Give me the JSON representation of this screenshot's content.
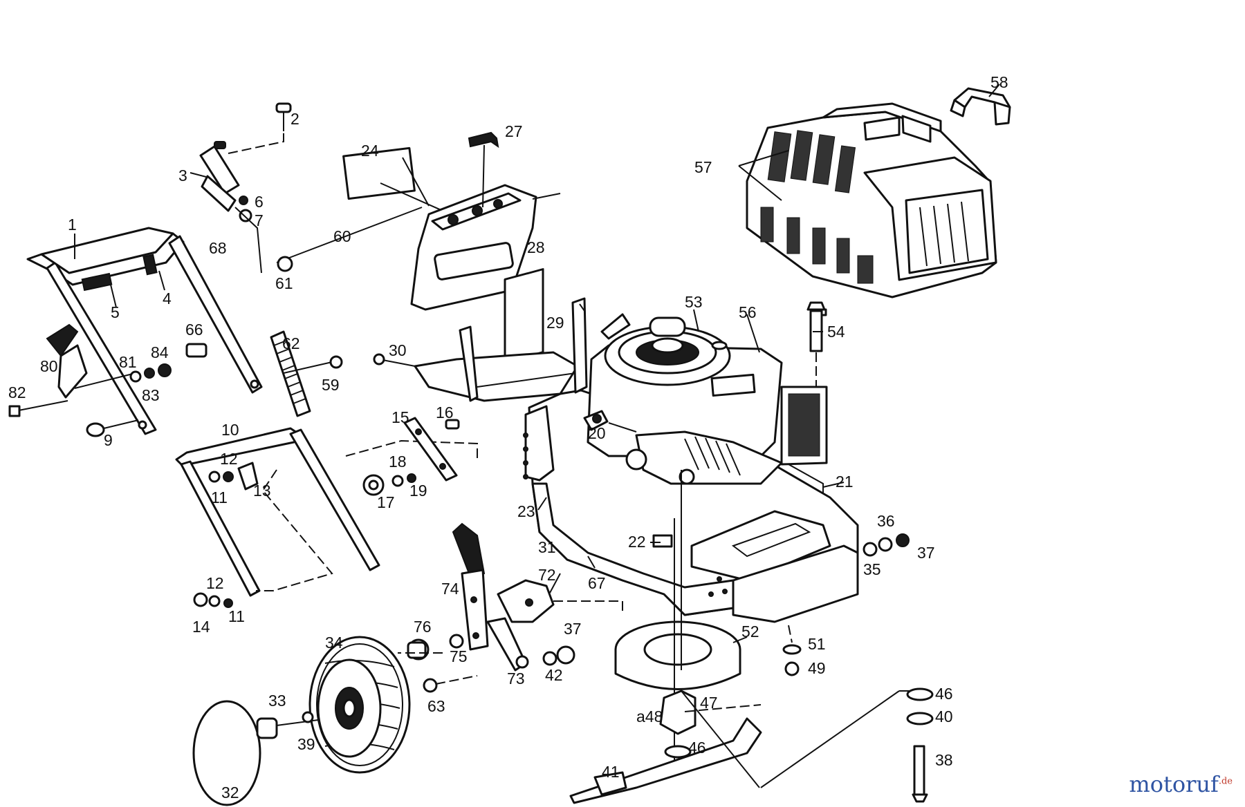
{
  "diagram": {
    "labels": [
      {
        "id": "p1",
        "text": "1"
      },
      {
        "id": "p2",
        "text": "2"
      },
      {
        "id": "p3",
        "text": "3"
      },
      {
        "id": "p4",
        "text": "4"
      },
      {
        "id": "p5",
        "text": "5"
      },
      {
        "id": "p6",
        "text": "6"
      },
      {
        "id": "p7",
        "text": "7"
      },
      {
        "id": "p68",
        "text": "68"
      },
      {
        "id": "p24",
        "text": "24"
      },
      {
        "id": "p27",
        "text": "27"
      },
      {
        "id": "p28",
        "text": "28"
      },
      {
        "id": "p60",
        "text": "60"
      },
      {
        "id": "p61",
        "text": "61"
      },
      {
        "id": "p58",
        "text": "58"
      },
      {
        "id": "p57",
        "text": "57"
      },
      {
        "id": "p66",
        "text": "66"
      },
      {
        "id": "p62",
        "text": "62"
      },
      {
        "id": "p59",
        "text": "59"
      },
      {
        "id": "p80",
        "text": "80"
      },
      {
        "id": "p81",
        "text": "81"
      },
      {
        "id": "p84",
        "text": "84"
      },
      {
        "id": "p83",
        "text": "83"
      },
      {
        "id": "p82",
        "text": "82"
      },
      {
        "id": "p9",
        "text": "9"
      },
      {
        "id": "p10",
        "text": "10"
      },
      {
        "id": "p12a",
        "text": "12"
      },
      {
        "id": "p11a",
        "text": "11"
      },
      {
        "id": "p13",
        "text": "13"
      },
      {
        "id": "p12b",
        "text": "12"
      },
      {
        "id": "p11b",
        "text": "11"
      },
      {
        "id": "p14",
        "text": "14"
      },
      {
        "id": "p29",
        "text": "29"
      },
      {
        "id": "p30",
        "text": "30"
      },
      {
        "id": "p53",
        "text": "53"
      },
      {
        "id": "p56",
        "text": "56"
      },
      {
        "id": "p54",
        "text": "54"
      },
      {
        "id": "p15",
        "text": "15"
      },
      {
        "id": "p16",
        "text": "16"
      },
      {
        "id": "p20",
        "text": "20"
      },
      {
        "id": "p18",
        "text": "18"
      },
      {
        "id": "p17",
        "text": "17"
      },
      {
        "id": "p19",
        "text": "19"
      },
      {
        "id": "p23",
        "text": "23"
      },
      {
        "id": "p21",
        "text": "21"
      },
      {
        "id": "p31",
        "text": "31"
      },
      {
        "id": "p22",
        "text": "22"
      },
      {
        "id": "p67",
        "text": "67"
      },
      {
        "id": "p36",
        "text": "36"
      },
      {
        "id": "p35",
        "text": "35"
      },
      {
        "id": "p37a",
        "text": "37"
      },
      {
        "id": "p74",
        "text": "74"
      },
      {
        "id": "p72",
        "text": "72"
      },
      {
        "id": "p76",
        "text": "76"
      },
      {
        "id": "p75",
        "text": "75"
      },
      {
        "id": "p73",
        "text": "73"
      },
      {
        "id": "p42",
        "text": "42"
      },
      {
        "id": "p37b",
        "text": "37"
      },
      {
        "id": "p34",
        "text": "34"
      },
      {
        "id": "p63",
        "text": "63"
      },
      {
        "id": "p33",
        "text": "33"
      },
      {
        "id": "p39",
        "text": "39"
      },
      {
        "id": "p32",
        "text": "32"
      },
      {
        "id": "p52",
        "text": "52"
      },
      {
        "id": "p51",
        "text": "51"
      },
      {
        "id": "p49",
        "text": "49"
      },
      {
        "id": "p47",
        "text": "47"
      },
      {
        "id": "p48",
        "text": "a48"
      },
      {
        "id": "p46a",
        "text": "46"
      },
      {
        "id": "p41",
        "text": "41"
      },
      {
        "id": "p46b",
        "text": "46"
      },
      {
        "id": "p40",
        "text": "40"
      },
      {
        "id": "p38",
        "text": "38"
      }
    ]
  },
  "watermark": {
    "main": "motoruf",
    "suffix": ".de"
  },
  "colors": {
    "ink": "#111111",
    "brand_blue": "#2f54a3",
    "brand_red": "#c0392b",
    "background": "#ffffff"
  }
}
